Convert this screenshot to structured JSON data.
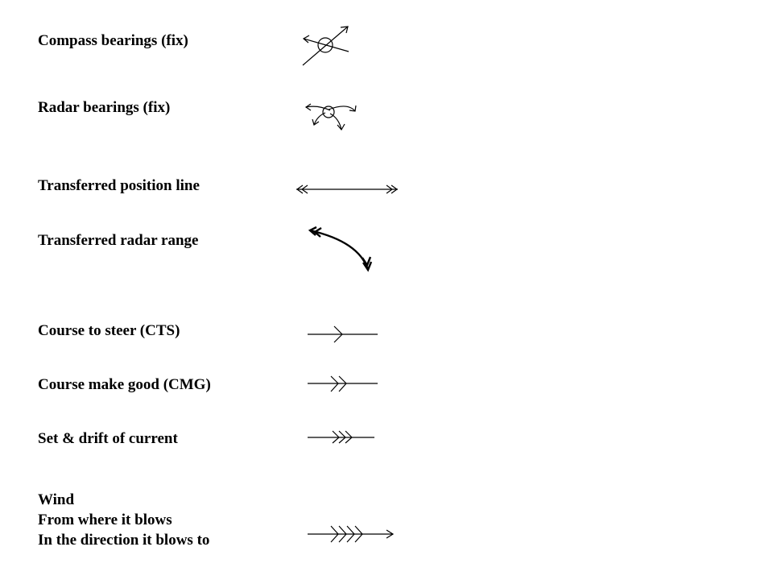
{
  "labels": {
    "compass": "Compass bearings (fix)",
    "radar": "Radar bearings (fix)",
    "transferred_pl": "Transferred position line",
    "transferred_radar": "Transferred radar range",
    "cts": "Course to steer (CTS)",
    "cmg": "Course make good (CMG)",
    "set_drift": "Set & drift of current",
    "wind_1": "Wind",
    "wind_2": "From where it blows",
    "wind_3": "In the direction it blows to"
  }
}
